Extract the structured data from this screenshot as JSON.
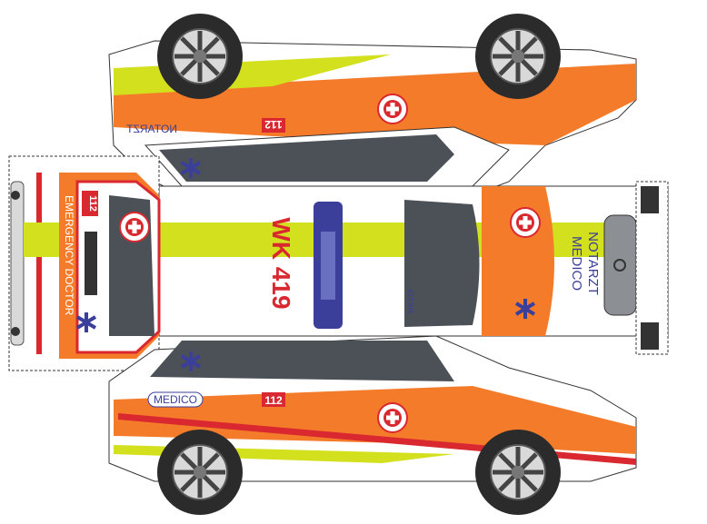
{
  "top_side": {
    "door_label": "NOTARZT",
    "emergency_number": "112"
  },
  "roof": {
    "unit_code": "WK 419",
    "small_code": "WK419"
  },
  "front": {
    "label": "EMERGENCY DOCTOR",
    "emergency_number": "112"
  },
  "hood": {
    "line1": "MEDICO",
    "line2": "NOTARZT"
  },
  "bottom_side": {
    "door_label": "MEDICO",
    "emergency_number": "112"
  },
  "colors": {
    "orange": "#f47b2a",
    "lime": "#d3e01e",
    "red": "#d9282f",
    "blue": "#3b3f9a",
    "glass": "#4b5157"
  }
}
